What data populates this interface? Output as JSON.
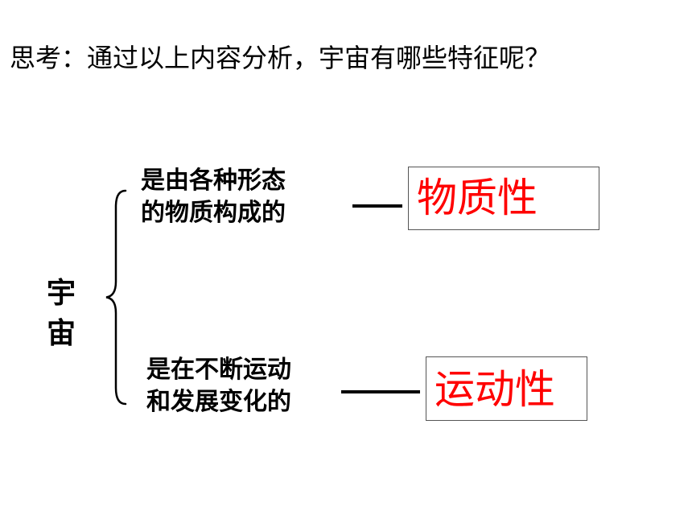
{
  "question": "思考：通过以上内容分析，宇宙有哪些特征呢？",
  "subject": {
    "char1": "宇",
    "char2": "宙"
  },
  "branches": [
    {
      "line1": "是由各种形态",
      "line2": "的物质构成的",
      "result": "物质性"
    },
    {
      "line1": "是在不断运动",
      "line2": "和发展变化的",
      "result": "运动性"
    }
  ],
  "colors": {
    "result_text": "#ff0000",
    "text": "#000000",
    "box_border": "#555555"
  }
}
